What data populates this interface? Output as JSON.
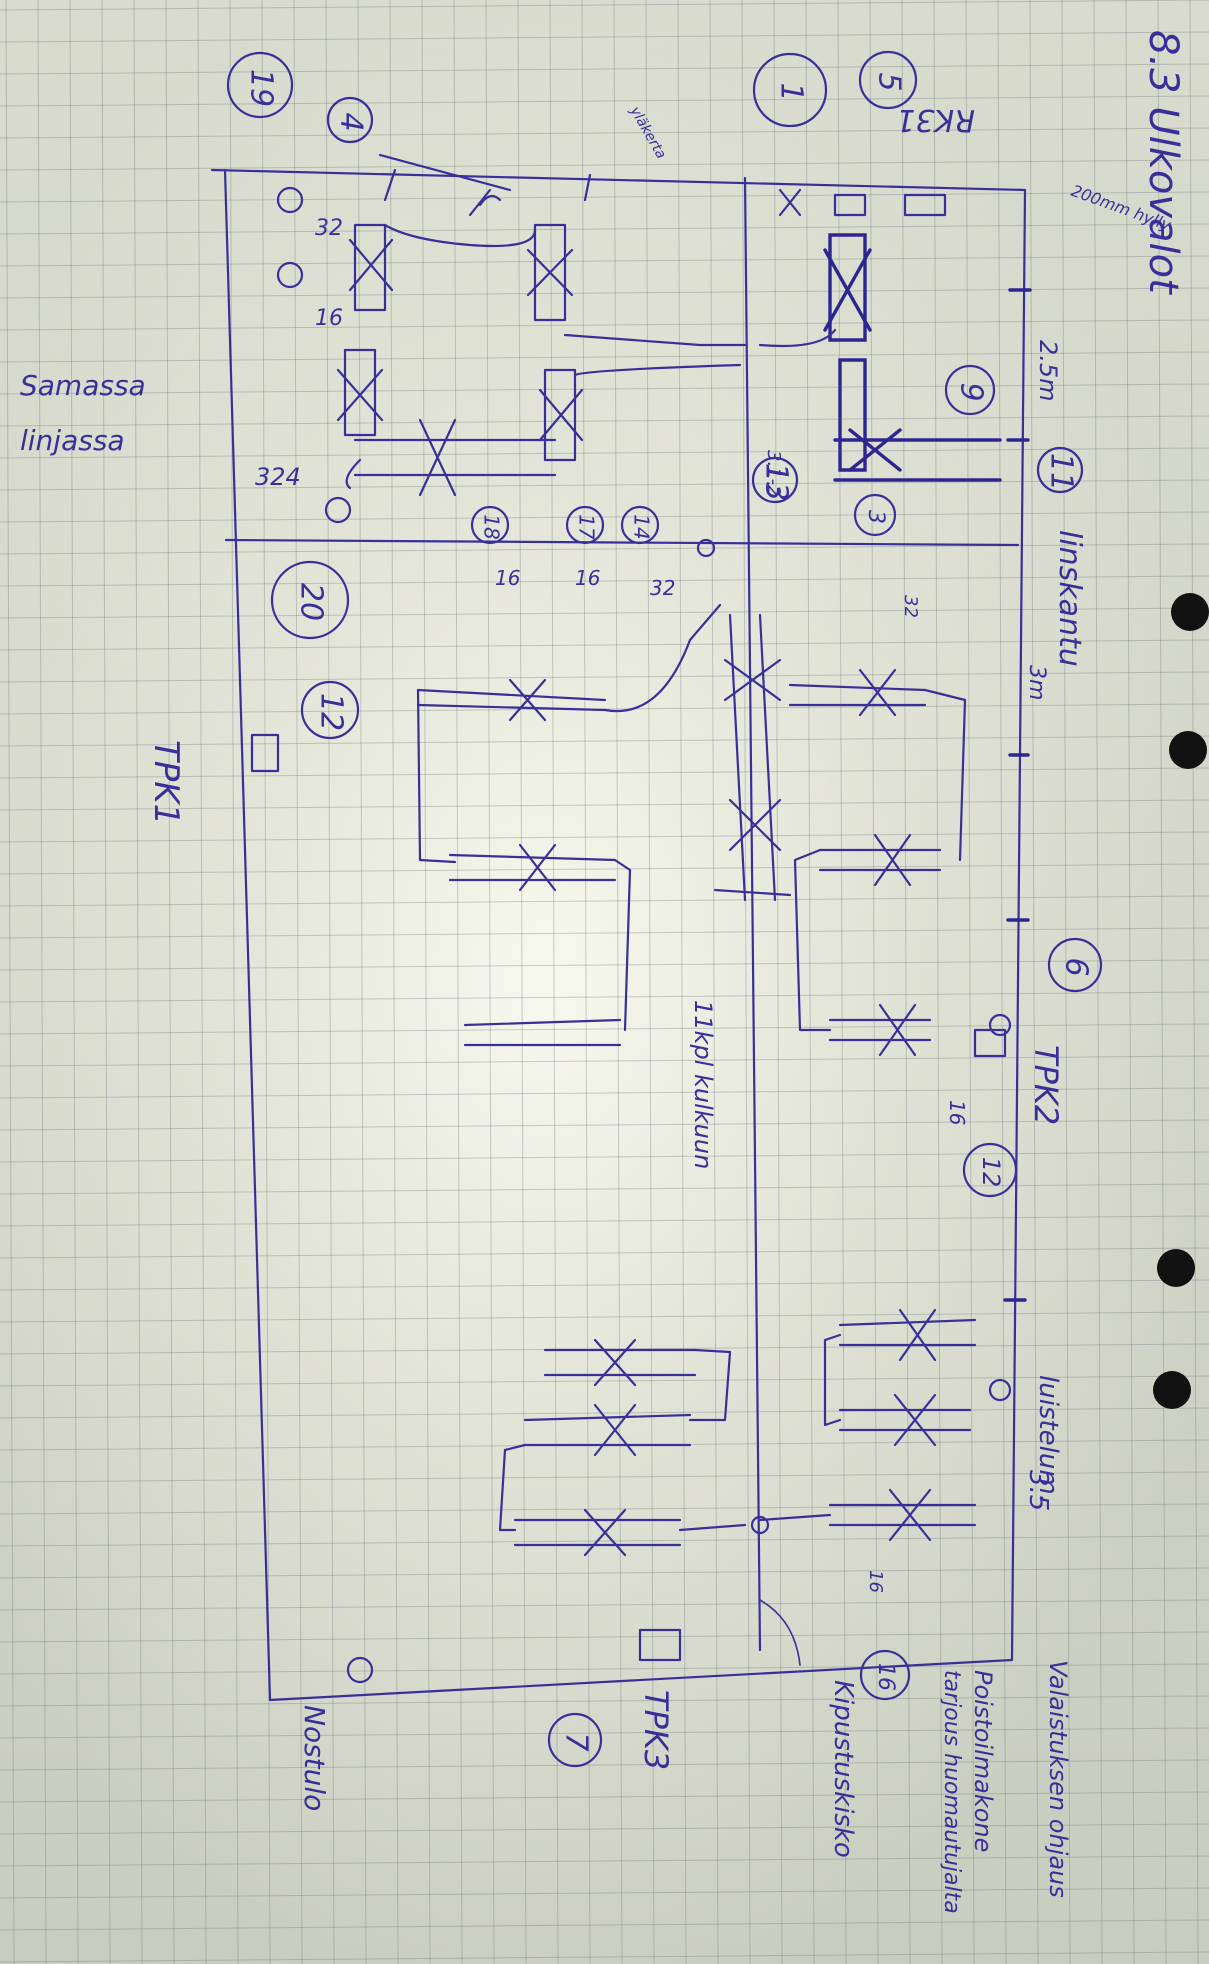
{
  "title": "8.3 Ulkovalot",
  "labels": {
    "rk31": "RK31",
    "ylakerta": "yläkerta",
    "mm200": "200mm hylly",
    "m25": "2.5m",
    "linskantu": "linskantu",
    "samassa": "Samassa",
    "linjassa": "linjassa",
    "tpk1": "TPK1",
    "tpk2": "TPK2",
    "tpk3": "TPK3",
    "m3": "3m",
    "kpl11": "11kpl kulkuun",
    "m35": "3.5",
    "luistelu": "luistelum.",
    "valaistus": "Valaistuksen ohjaus",
    "poisto": "Poistoilmakone",
    "tarjous": "tarjous huomautujalta",
    "kipu": "Kipustuskisko",
    "nostuli": "Nostulo",
    "v312": "3.1-2",
    "v32a": "32",
    "v16a": "16",
    "v324": "324",
    "v16b": "16",
    "v16c": "16",
    "v32b": "32",
    "v32c": "32",
    "v16d": "16",
    "v16e": "16"
  },
  "circles": [
    "19",
    "4",
    "1",
    "5",
    "9",
    "11",
    "13",
    "20",
    "18",
    "17",
    "14",
    "12",
    "6",
    "3",
    "12",
    "16",
    "7"
  ]
}
